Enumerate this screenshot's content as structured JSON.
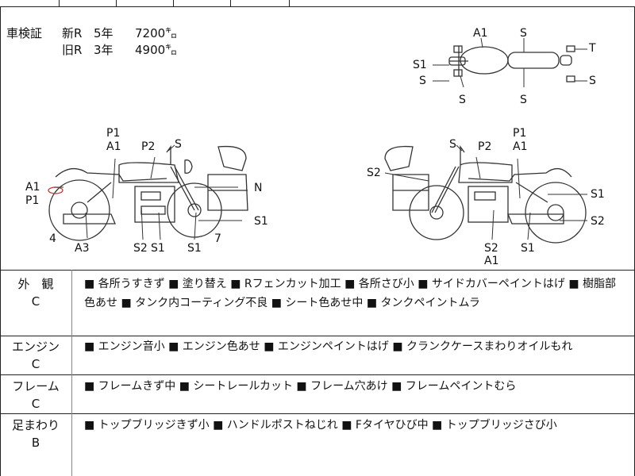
{
  "certificate": {
    "label": "車検証",
    "new_r": "新R",
    "new_years": "5年",
    "new_km": "7200㌔",
    "old_r": "旧R",
    "old_years": "3年",
    "old_km": "4900㌔"
  },
  "left_view_labels": [
    "P1",
    "A1",
    "P2",
    "S",
    "A1",
    "P1",
    "N",
    "4",
    "A3",
    "S2",
    "S1",
    "S1",
    "S1",
    "7"
  ],
  "right_view_labels": [
    "S",
    "P2",
    "P1",
    "A1",
    "S2",
    "S1",
    "S2",
    "S2",
    "A1",
    "S1"
  ],
  "top_view_labels": [
    "A1",
    "S",
    "S1",
    "S",
    "S",
    "S",
    "T",
    "S"
  ],
  "rows": [
    {
      "label": "外　観",
      "grade": "C",
      "text": "■ 各所うすきず ■ 塗り替え ■ Rフェンカット加工 ■ 各所さび小 ■ サイドカバーペイントはげ ■ 樹脂部色あせ ■ タンク内コーティング不良 ■ シート色あせ中 ■ タンクペイントムラ"
    },
    {
      "label": "エンジン",
      "grade": "C",
      "text": "■ エンジン音小 ■ エンジン色あせ ■ エンジンペイントはげ ■ クランクケースまわりオイルもれ"
    },
    {
      "label": "フレーム",
      "grade": "C",
      "text": "■ フレームきず中 ■ シートレールカット ■ フレーム穴あけ ■ フレームペイントむら"
    },
    {
      "label": "足まわり",
      "grade": "B",
      "text": "■ トップブリッジきず小 ■ ハンドルポストねじれ ■ Fタイヤひび中 ■ トップブリッジさび小"
    }
  ]
}
